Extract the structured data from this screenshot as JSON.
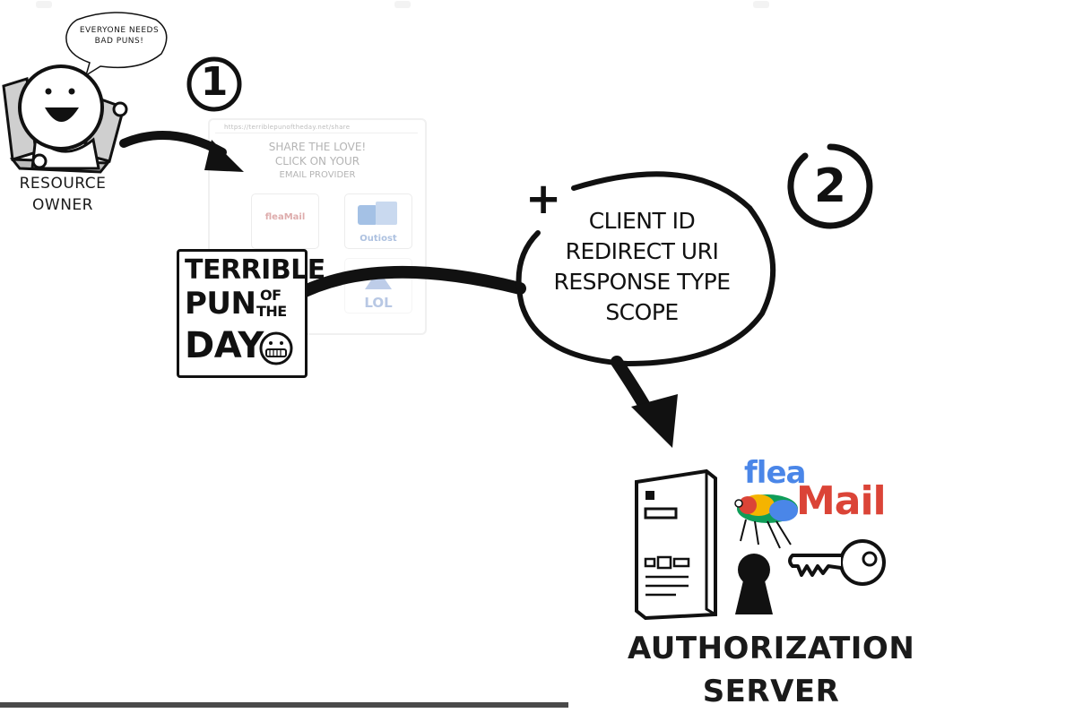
{
  "resource_owner": {
    "speech": [
      "Everyone needs",
      "bad puns!"
    ],
    "label": [
      "Resource",
      "owner"
    ]
  },
  "steps": [
    "1",
    "2"
  ],
  "web_page": {
    "url": "https://terriblepunoftheday.net/share",
    "heading": [
      "Share the love!",
      "Click on your",
      "email provider"
    ],
    "providers": [
      "fleaMail",
      "Outiost",
      "LOL"
    ]
  },
  "pun_logo": {
    "lines": [
      "TERRIBLE",
      "PUN",
      "OF",
      "THE",
      "DAY"
    ]
  },
  "client_params": {
    "plus": "+",
    "items": [
      "CLIENT ID",
      "REDIRECT URI",
      "RESPONSE TYPE",
      "SCOPE"
    ]
  },
  "authorization_server": {
    "brand_top": "flea",
    "brand_bottom": "Mail",
    "label": [
      "Authorization",
      "server"
    ]
  },
  "colors": {
    "ink": "#111111",
    "faded": "#d9d9d9",
    "flea_blue": "#4a86e8",
    "flea_red": "#db4437",
    "flea_yellow": "#f4b400",
    "flea_green": "#0f9d58"
  }
}
